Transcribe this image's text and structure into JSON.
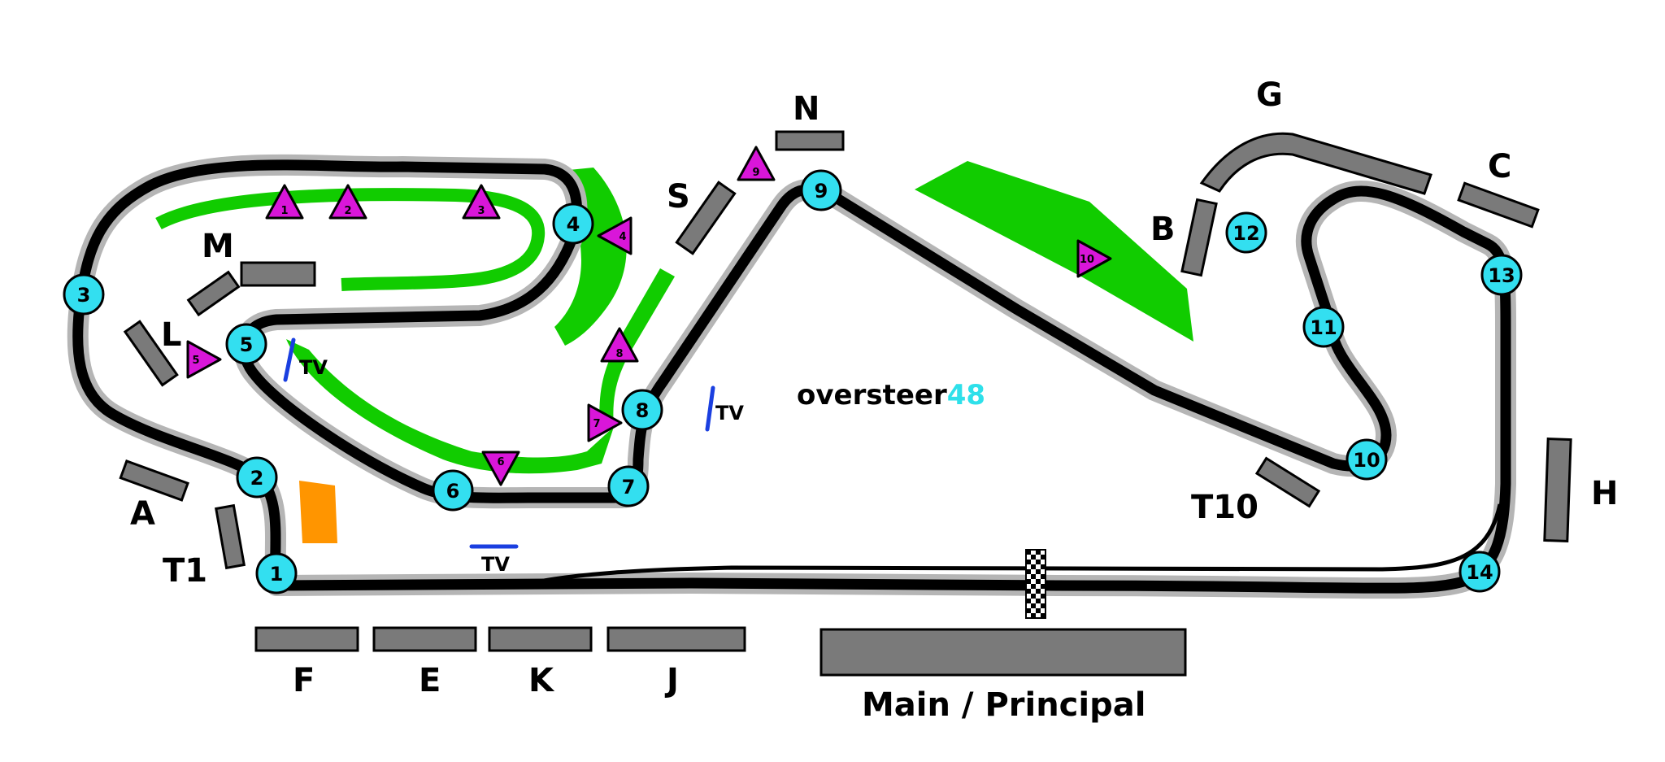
{
  "brand": {
    "part1": "oversteer",
    "part2": "48",
    "color1": "#000000",
    "color2": "#2ee0ea"
  },
  "colors": {
    "track": "#000000",
    "track_edge": "#b5b5b5",
    "runoff": "#11cc00",
    "stand": "#7a7a7a",
    "corner": "#33dff0",
    "marshal": "#d916d9",
    "tv": "#1a3fe0",
    "orange_area": "#ff9500"
  },
  "corners": [
    "1",
    "2",
    "3",
    "4",
    "5",
    "6",
    "7",
    "8",
    "9",
    "10",
    "11",
    "12",
    "13",
    "14"
  ],
  "marshals": [
    "1",
    "2",
    "3",
    "4",
    "5",
    "6",
    "7",
    "8",
    "9",
    "10"
  ],
  "stands": {
    "A": "A",
    "B": "B",
    "C": "C",
    "E": "E",
    "F": "F",
    "G": "G",
    "H": "H",
    "J": "J",
    "K": "K",
    "L": "L",
    "M": "M",
    "N": "N",
    "S": "S",
    "T1": "T1",
    "T10": "T10",
    "main": "Main / Principal"
  },
  "tv_label": "TV",
  "icons": {
    "finish": "checkered-flag-icon",
    "marshal": "triangle-marker-icon",
    "corner": "circle-number-icon"
  }
}
